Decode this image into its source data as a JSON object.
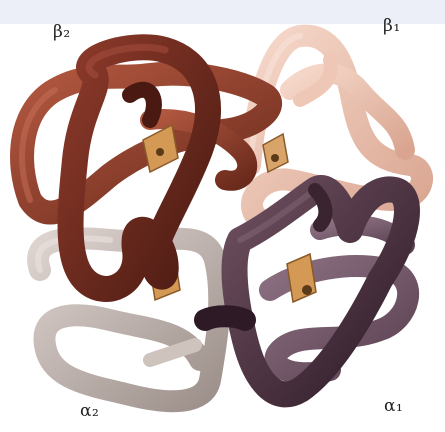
{
  "labels": {
    "beta2": "β₂",
    "beta1": "β₁",
    "alpha2": "α₂",
    "alpha1": "α₁"
  },
  "colors": {
    "beta2": "#7a3322",
    "beta2_light": "#b2543a",
    "beta1": "#e6b8a4",
    "beta1_light": "#f4d4c6",
    "alpha2": "#b3a7a2",
    "alpha2_light": "#d8ceca",
    "alpha1": "#4c3240",
    "alpha1_light": "#7a5e6c",
    "heme": "#d49a55",
    "background_strip": "#eceef8"
  }
}
